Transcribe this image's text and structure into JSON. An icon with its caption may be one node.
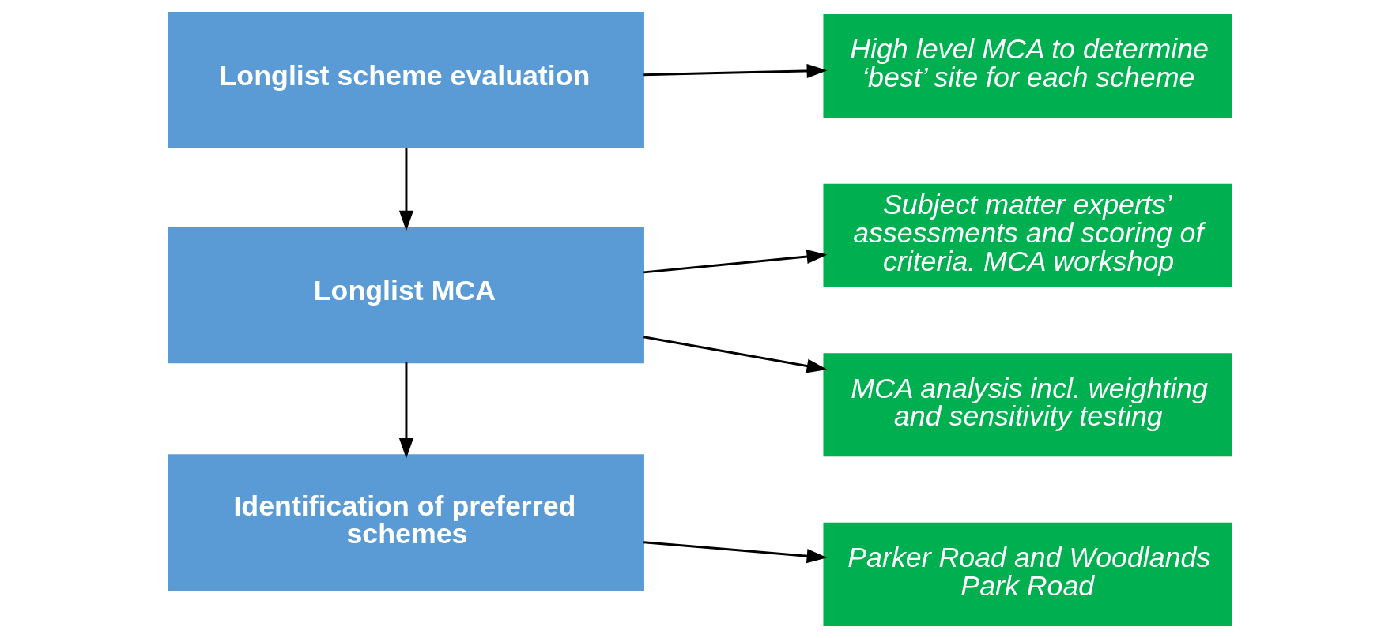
{
  "diagram": {
    "nodes": [
      {
        "text": [
          "Longlist scheme evaluation"
        ]
      },
      {
        "text": [
          "Longlist MCA"
        ]
      },
      {
        "text": [
          "Identification of preferred schemes"
        ]
      },
      {
        "text": [
          "High level MCA to determine ‘best’ site for each scheme"
        ]
      },
      {
        "text": [
          "Subject matter experts’ assessments and scoring of criteria. MCA workshop"
        ]
      },
      {
        "text": [
          "MCA analysis incl. weighting and sensitivity testing"
        ]
      },
      {
        "text": [
          "Parker Road and Woodlands Park Road"
        ]
      }
    ],
    "edges": [
      {
        "from": 0,
        "to": 3,
        "arrow": "to"
      },
      {
        "from": 0,
        "to": 1,
        "arrow": "to"
      },
      {
        "from": 1,
        "to": 4,
        "arrow": "to"
      },
      {
        "from": 1,
        "to": 5,
        "arrow": "to"
      },
      {
        "from": 1,
        "to": 2,
        "arrow": "to"
      },
      {
        "from": 2,
        "to": 6,
        "arrow": "to"
      }
    ]
  }
}
